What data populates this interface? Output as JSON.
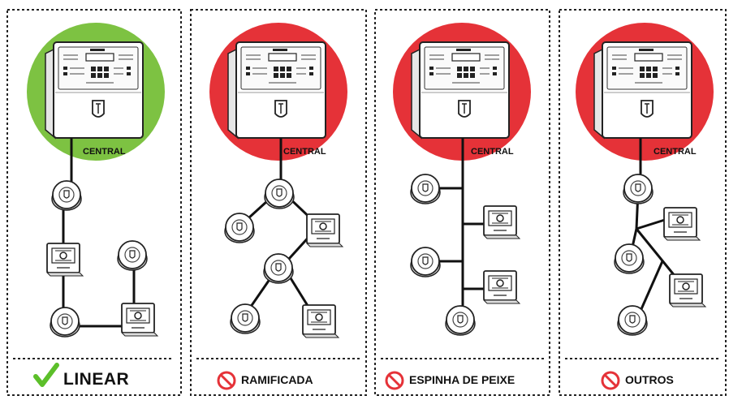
{
  "panels": [
    {
      "id": "linear",
      "central_label": "CENTRAL",
      "title": "LINEAR",
      "status": "ok",
      "circle_color": "#7dc242"
    },
    {
      "id": "ramificada",
      "central_label": "CENTRAL",
      "title": "RAMIFICADA",
      "status": "no",
      "circle_color": "#e53238"
    },
    {
      "id": "espinha",
      "central_label": "CENTRAL",
      "title": "ESPINHA DE PEIXE",
      "status": "no",
      "circle_color": "#e53238"
    },
    {
      "id": "outros",
      "central_label": "CENTRAL",
      "title": "OUTROS",
      "status": "no",
      "circle_color": "#e53238"
    }
  ],
  "icons": {
    "ok": "green-check-icon",
    "no": "prohibited-icon"
  },
  "colors": {
    "ok": "#5cbf2a",
    "no": "#e53238",
    "line": "#111111"
  }
}
